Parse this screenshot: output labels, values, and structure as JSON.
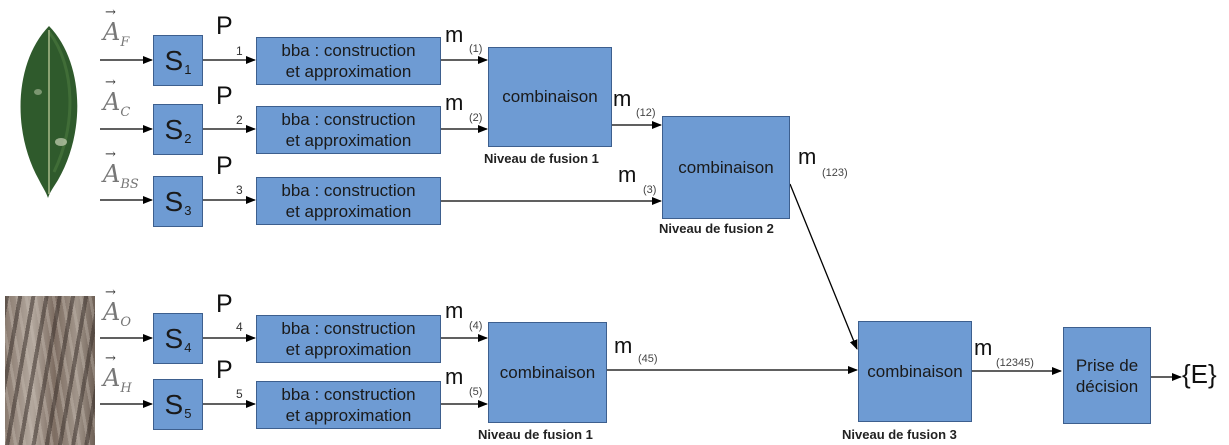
{
  "inputs": [
    {
      "vec": "A",
      "sub": "F",
      "s": "1",
      "p": "1",
      "m": "(1)"
    },
    {
      "vec": "A",
      "sub": "C",
      "s": "2",
      "p": "2",
      "m": "(2)"
    },
    {
      "vec": "A",
      "sub": "BS",
      "s": "3",
      "p": "3",
      "m": "(3)"
    },
    {
      "vec": "A",
      "sub": "O",
      "s": "4",
      "p": "4",
      "m": "(4)"
    },
    {
      "vec": "A",
      "sub": "H",
      "s": "5",
      "p": "5",
      "m": "(5)"
    }
  ],
  "s_label": "S",
  "p_label": "P",
  "m_label": "m",
  "bba_line1": "bba : construction",
  "bba_line2": "et approximation",
  "combination_label": "combinaison",
  "m12_sub": "(12)",
  "m123_sub": "(123)",
  "m45_sub": "(45)",
  "m12345_sub": "(12345)",
  "level1_top": "Niveau de fusion 1",
  "level2": "Niveau de fusion 2",
  "level1_bottom": "Niveau de fusion 1",
  "level3": "Niveau de fusion 3",
  "decision_line1": "Prise de",
  "decision_line2": "décision",
  "output": "{E}",
  "colors": {
    "box_fill": "#6e9bd3",
    "box_border": "#3d5f8e",
    "line": "#000000"
  }
}
